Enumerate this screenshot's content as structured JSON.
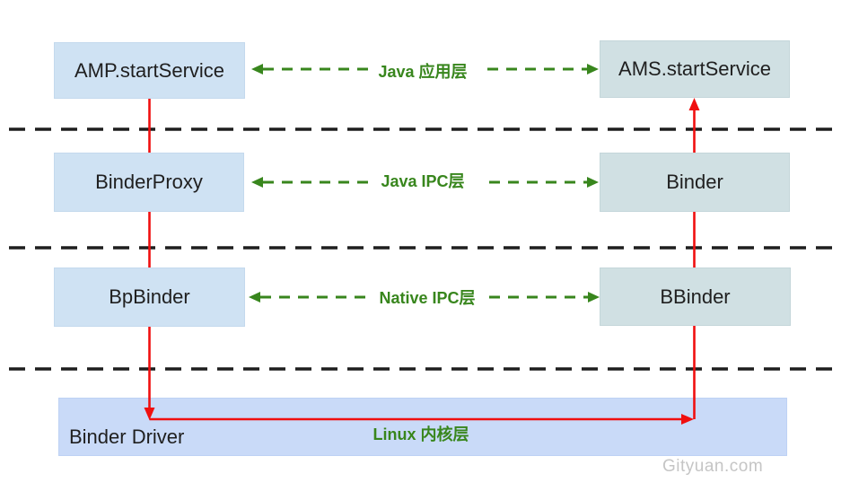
{
  "watermark": "Gityuan.com",
  "nodes": {
    "amp": "AMP.startService",
    "ams": "AMS.startService",
    "binder_proxy": "BinderProxy",
    "binder": "Binder",
    "bp_binder": "BpBinder",
    "b_binder": "BBinder",
    "binder_driver": "Binder Driver"
  },
  "layer_labels": {
    "java_app": "Java 应用层",
    "java_ipc": "Java IPC层",
    "native_ipc": "Native IPC层",
    "linux_kernel": "Linux 内核层"
  },
  "colors": {
    "left_box_fill": "#cfe2f3",
    "right_box_fill": "#d0e0e3",
    "driver_box_fill": "#c9daf8",
    "call_arrow_red": "#f00f0f",
    "layer_label_green": "#38861d",
    "separator_black": "#1e1e1e",
    "watermark_gray": "#c5c5c5"
  }
}
